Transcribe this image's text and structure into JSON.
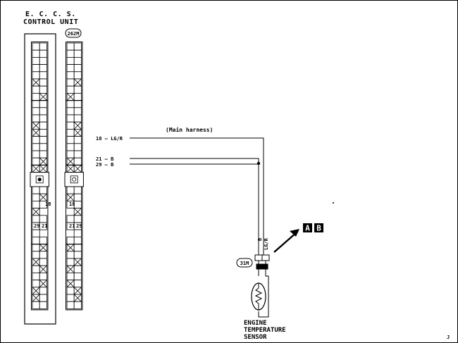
{
  "title": {
    "line1": "E. C. C. S.",
    "line2": "CONTROL UNIT"
  },
  "connector_ecu": "262M",
  "harness_label": "(Main harness)",
  "wires": [
    {
      "pin": "18",
      "color": "LG/R",
      "label": "18 — LG/R"
    },
    {
      "pin": "21",
      "color": "B",
      "label": "21 —   B"
    },
    {
      "pin": "29",
      "color": "B",
      "label": "29 —   B"
    }
  ],
  "ecu_pin_labels": {
    "left": [
      "18",
      "29",
      "21"
    ],
    "right": [
      "18",
      "21",
      "29"
    ]
  },
  "sensor_connector": "31M",
  "sensor_wire_colors": [
    "B",
    "LG/R"
  ],
  "reference_badges": [
    "A",
    "B"
  ],
  "sensor_name": [
    "ENGINE",
    "TEMPERATURE",
    "SENSOR"
  ],
  "corner_mark": "J"
}
